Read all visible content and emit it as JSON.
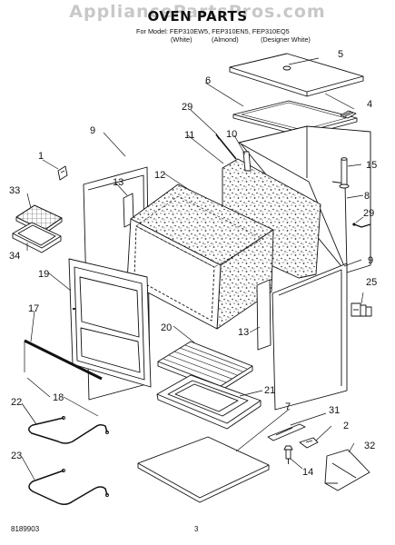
{
  "watermark": "AppliancePartsPros.com",
  "title": "OVEN PARTS",
  "models_line": "For Model: FEP310EW5, FEP310EN5, FEP310EQ5",
  "variants": [
    "(White)",
    "(Almond)",
    "(Designer White)"
  ],
  "footer_code": "8189903",
  "page_number": "3",
  "parts": [
    {
      "label": "1"
    },
    {
      "label": "2"
    },
    {
      "label": "4"
    },
    {
      "label": "5"
    },
    {
      "label": "6"
    },
    {
      "label": "7"
    },
    {
      "label": "8"
    },
    {
      "label": "9"
    },
    {
      "label": "9"
    },
    {
      "label": "10"
    },
    {
      "label": "11"
    },
    {
      "label": "12"
    },
    {
      "label": "13"
    },
    {
      "label": "13"
    },
    {
      "label": "14"
    },
    {
      "label": "15"
    },
    {
      "label": "17"
    },
    {
      "label": "18"
    },
    {
      "label": "19"
    },
    {
      "label": "20"
    },
    {
      "label": "21"
    },
    {
      "label": "22"
    },
    {
      "label": "23"
    },
    {
      "label": "25"
    },
    {
      "label": "29"
    },
    {
      "label": "29"
    },
    {
      "label": "31"
    },
    {
      "label": "32"
    },
    {
      "label": "33"
    },
    {
      "label": "34"
    }
  ]
}
